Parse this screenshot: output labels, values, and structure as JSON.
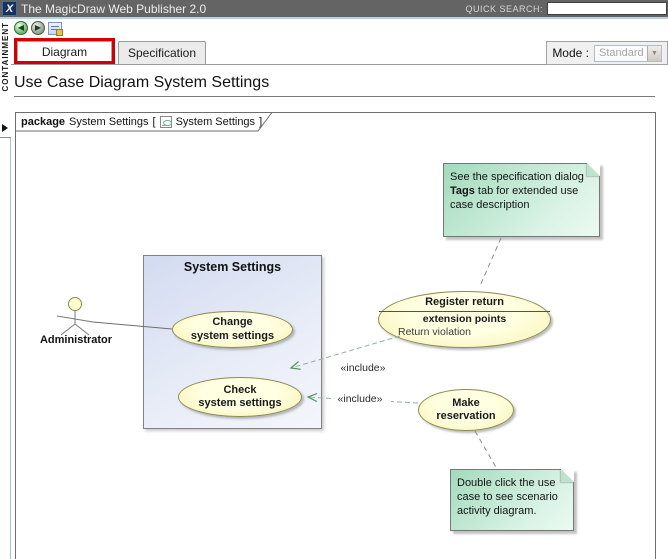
{
  "titlebar": {
    "app_title": "The MagicDraw Web Publisher 2.0",
    "quick_search_label": "QUICK SEARCH:",
    "quick_search_value": ""
  },
  "sidebar": {
    "containment_label": "CONTAINMENT"
  },
  "tabs": {
    "diagram": "Diagram",
    "specification": "Specification"
  },
  "mode": {
    "label": "Mode :",
    "value": "Standard"
  },
  "page": {
    "title": "Use Case Diagram System Settings"
  },
  "package_header": {
    "keyword": "package",
    "name": "System Settings",
    "bracket_open": "[",
    "diagram_name": "System Settings",
    "bracket_close": "]"
  },
  "diagram": {
    "notes": {
      "top": {
        "line1": "See the specification dialog",
        "bold": "Tags",
        "line2": "tab for extended use case description"
      },
      "bottom": {
        "text": "Double click the use case to see scenario activity diagram."
      }
    },
    "boundary": {
      "title": "System Settings"
    },
    "actor": {
      "label": "Administrator"
    },
    "use_cases": {
      "change_label": "Change\nsystem settings",
      "check_label": "Check\nsystem settings",
      "register_label": "Register return",
      "make_label": "Make\nreservation"
    },
    "register_extension": {
      "header": "extension points",
      "value": "Return violation"
    },
    "include_label_1": "«include»",
    "include_label_2": "«include»"
  },
  "colors": {
    "highlight_red": "#d40000",
    "topbar_gray": "#646464",
    "note_green": "#a3dabd",
    "usecase_yellow": "#ffffcc",
    "boundary_lavender": "#d3dbf1",
    "include_green": "#4e8f5e"
  }
}
